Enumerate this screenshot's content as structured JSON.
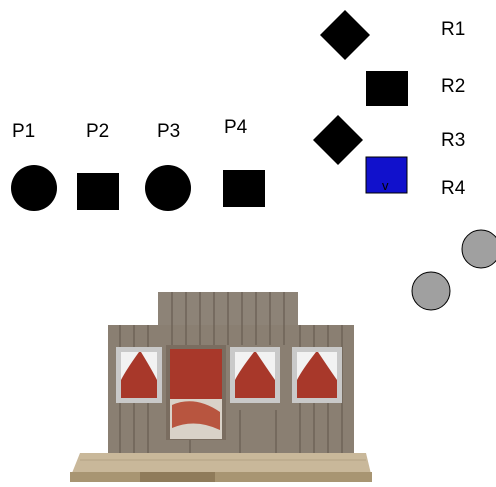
{
  "p_labels": [
    "P1",
    "P2",
    "P3",
    "P4"
  ],
  "p_shapes": [
    "circle",
    "square",
    "circle",
    "square"
  ],
  "r_labels": [
    "R1",
    "R2",
    "R3",
    "R4"
  ],
  "r_shapes": [
    "diamond",
    "square",
    "diamond",
    "square"
  ],
  "r4_mark": "v",
  "colors": {
    "black": "#000000",
    "r4_fill": "#1111cc",
    "gray_circles": "#a0a0a0",
    "wood": "#8a7f72",
    "curtain": "#a8382a"
  },
  "gray_circle_count": 2,
  "image": "wooden puppet stage with curtained windows"
}
